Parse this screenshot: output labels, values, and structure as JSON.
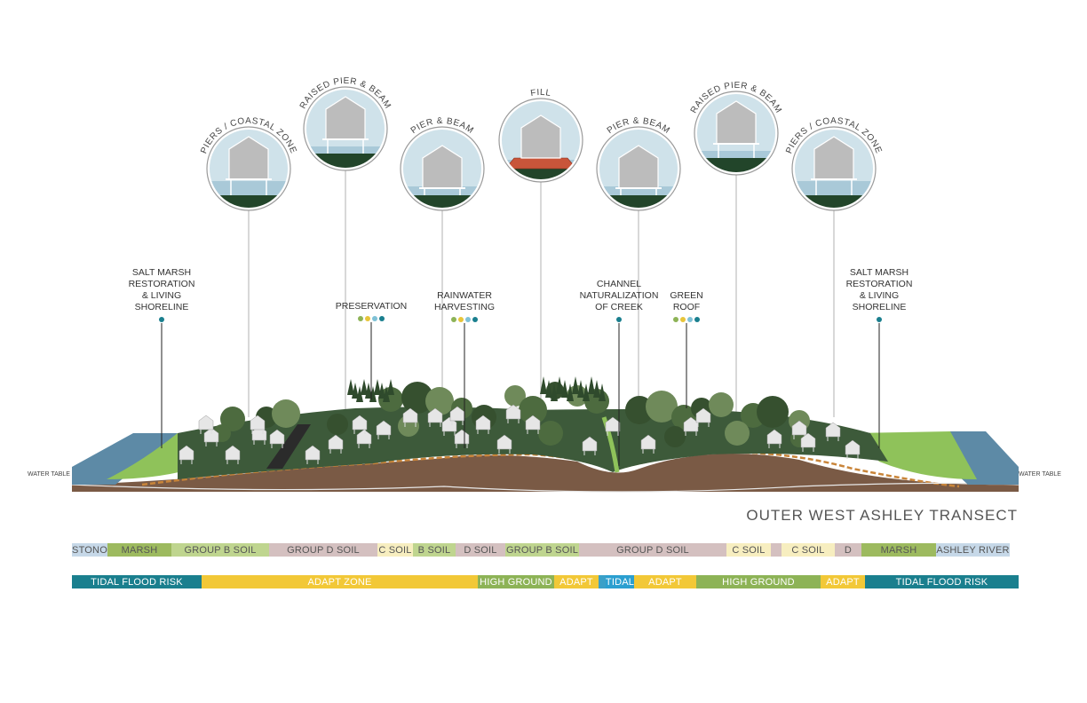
{
  "title": "OUTER WEST ASHLEY TRANSECT",
  "water_table": {
    "left": "WATER TABLE",
    "right": "WATER TABLE"
  },
  "bubbles": [
    {
      "label": "PIERS / COASTAL ZONE",
      "type": "piers"
    },
    {
      "label": "RAISED PIER & BEAM",
      "type": "raised"
    },
    {
      "label": "PIER & BEAM",
      "type": "pier"
    },
    {
      "label": "FILL",
      "type": "fill"
    },
    {
      "label": "PIER & BEAM",
      "type": "pier"
    },
    {
      "label": "RAISED PIER & BEAM",
      "type": "raised"
    },
    {
      "label": "PIERS / COASTAL ZONE",
      "type": "piers"
    }
  ],
  "strategies": [
    {
      "lines": [
        "SALT MARSH",
        "RESTORATION",
        "& LIVING",
        "SHORELINE"
      ],
      "dots": [
        "#1a7f8e"
      ]
    },
    {
      "lines": [
        "PRESERVATION"
      ],
      "dots": [
        "#8db356",
        "#e8c53a",
        "#7fc1d6",
        "#1a7f8e"
      ]
    },
    {
      "lines": [
        "RAINWATER",
        "HARVESTING"
      ],
      "dots": [
        "#8db356",
        "#e8c53a",
        "#7fc1d6",
        "#1a7f8e"
      ]
    },
    {
      "lines": [
        "CHANNEL",
        "NATURALIZATION",
        "OF CREEK"
      ],
      "dots": [
        "#1a7f8e"
      ]
    },
    {
      "lines": [
        "GREEN",
        "ROOF"
      ],
      "dots": [
        "#8db356",
        "#e8c53a",
        "#7fc1d6",
        "#1a7f8e"
      ]
    },
    {
      "lines": [
        "SALT MARSH",
        "RESTORATION",
        "& LIVING",
        "SHORELINE"
      ],
      "dots": [
        "#1a7f8e"
      ]
    }
  ],
  "soil_band": [
    {
      "label": "STONO",
      "color": "#c6d8e8"
    },
    {
      "label": "MARSH",
      "color": "#9dba5f"
    },
    {
      "label": "GROUP B SOIL",
      "color": "#bfd58f"
    },
    {
      "label": "GROUP D SOIL",
      "color": "#d4c0c0"
    },
    {
      "label": "C SOIL",
      "color": "#f7eec0"
    },
    {
      "label": "B SOIL",
      "color": "#bfd58f"
    },
    {
      "label": "D SOIL",
      "color": "#d4c0c0"
    },
    {
      "label": "GROUP B SOIL",
      "color": "#bfd58f"
    },
    {
      "label": "GROUP D SOIL",
      "color": "#d4c0c0"
    },
    {
      "label": "C SOIL",
      "color": "#f7eec0"
    },
    {
      "label": "",
      "color": "#d4c0c0"
    },
    {
      "label": "C SOIL",
      "color": "#f7eec0"
    },
    {
      "label": "D",
      "color": "#d4c0c0"
    },
    {
      "label": "MARSH",
      "color": "#9dba5f"
    },
    {
      "label": "ASHLEY RIVER",
      "color": "#c6d8e8"
    }
  ],
  "flood_band": [
    {
      "label": "TIDAL FLOOD RISK",
      "color": "#1a7f8e"
    },
    {
      "label": "ADAPT ZONE",
      "color": "#f2c837"
    },
    {
      "label": "HIGH GROUND",
      "color": "#8db356"
    },
    {
      "label": "ADAPT",
      "color": "#f2c837"
    },
    {
      "label": "",
      "color": "#3aa0c8"
    },
    {
      "label": "TIDAL",
      "color": "#2b9fd0"
    },
    {
      "label": "ADAPT",
      "color": "#f2c837"
    },
    {
      "label": "HIGH GROUND",
      "color": "#8db356"
    },
    {
      "label": "ADAPT",
      "color": "#f2c837"
    },
    {
      "label": "TIDAL FLOOD RISK",
      "color": "#1a7f8e"
    }
  ]
}
